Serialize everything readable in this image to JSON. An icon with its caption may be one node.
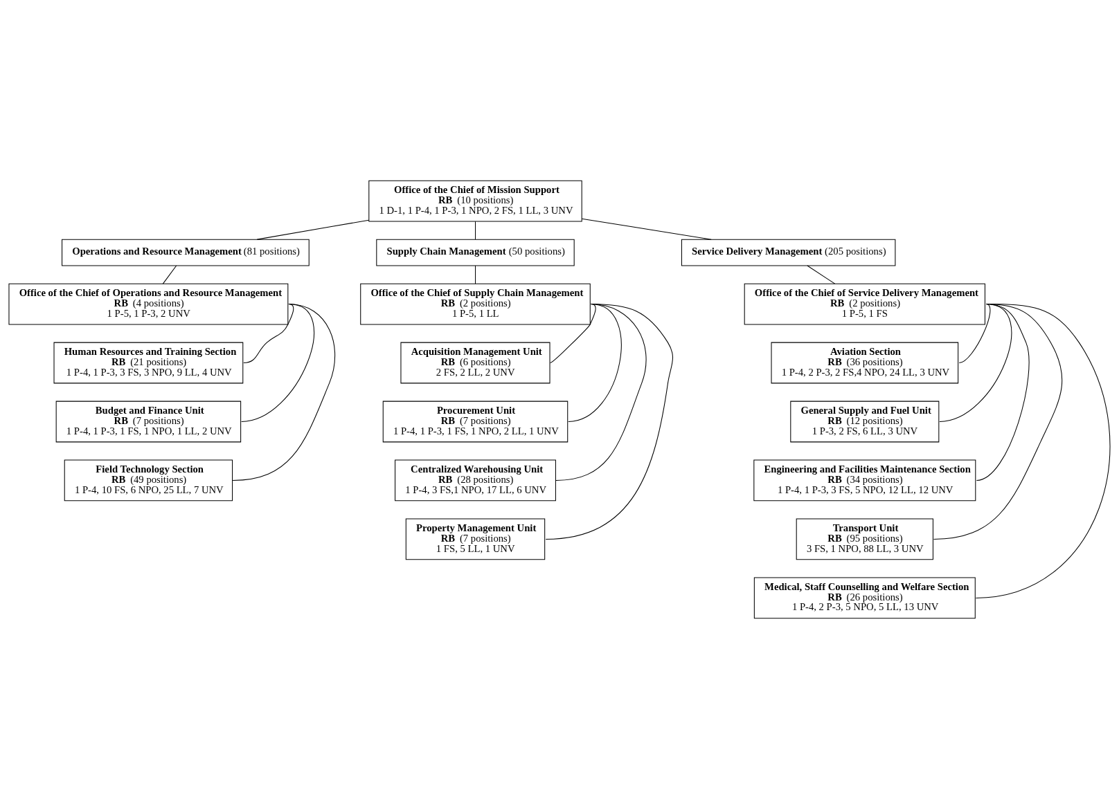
{
  "diagram": {
    "nodes": [
      {
        "text": [
          "Office of the Chief of Mission Support",
          "**RB** (10 positions)",
          "1 D-1, 1 P-4, 1 P-3, 1 NPO, 2 FS, 1 LL, 3 UNV"
        ]
      },
      {
        "text": [
          "**Operations and Resource Management** (81 positions)"
        ]
      },
      {
        "text": [
          "**Supply Chain Management** (50 positions)"
        ]
      },
      {
        "text": [
          "**Service Delivery Management** (205 positions)"
        ]
      },
      {
        "text": [
          "Office of the Chief of Operations and Resource Management",
          "**RB** (4 positions)",
          "1 P-5, 1 P-3, 2 UNV"
        ]
      },
      {
        "text": [
          "Human Resources and Training Section",
          "**RB** (21 positions)",
          "1 P-4, 1 P-3, 3 FS, 3 NPO, 9 LL, 4 UNV"
        ]
      },
      {
        "text": [
          "Budget and Finance Unit",
          "**RB** (7 positions)",
          "1 P-4, 1 P-3, 1 FS, 1 NPO, 1 LL, 2 UNV"
        ]
      },
      {
        "text": [
          "Field Technology Section",
          "**RB** (49 positions)",
          "1 P-4, 10 FS, 6 NPO, 25 LL, 7 UNV"
        ]
      },
      {
        "text": [
          "Office of the Chief of Supply Chain Management",
          "**RB** (2 positions)",
          "1 P-5, 1 LL"
        ]
      },
      {
        "text": [
          "Acquisition Management Unit",
          "**RB** (6 positions)",
          "2 FS, 2 LL, 2 UNV"
        ]
      },
      {
        "text": [
          "Procurement Unit",
          "**RB** (7 positions)",
          "1 P-4, 1 P-3, 1 FS, 1 NPO, 2 LL, 1 UNV"
        ]
      },
      {
        "text": [
          "Centralized Warehousing Unit",
          "**RB** (28 positions)",
          "1 P-4, 3 FS,1 NPO, 17 LL, 6 UNV"
        ]
      },
      {
        "text": [
          "Property Management Unit",
          "**RB** (7 positions)",
          "1 FS, 5 LL, 1 UNV"
        ]
      },
      {
        "text": [
          "Office of the Chief of Service Delivery Management",
          "**RB** (2 positions)",
          "1 P-5, 1 FS"
        ]
      },
      {
        "text": [
          "Aviation Section",
          "**RB** (36 positions)",
          "1 P-4, 2 P-3, 2 FS,4 NPO, 24 LL, 3 UNV"
        ]
      },
      {
        "text": [
          "General Supply and Fuel Unit",
          "**RB** (12 positions)",
          "1 P-3, 2 FS, 6 LL, 3 UNV"
        ]
      },
      {
        "text": [
          "Engineering and Facilities Maintenance Section",
          "**RB** (34 positions)",
          "1 P-4, 1 P-3, 3 FS, 5 NPO, 12 LL, 12 UNV"
        ]
      },
      {
        "text": [
          "Transport Unit",
          "**RB** (95 positions)",
          "3 FS, 1 NPO, 88 LL, 3 UNV"
        ]
      },
      {
        "text": [
          "Medical, Staff Counselling and Welfare Section",
          "**RB** (26 positions)",
          "1 P-4, 2 P-3, 5 NPO, 5 LL, 13 UNV"
        ]
      }
    ],
    "edges": [
      {
        "from": 0,
        "to": 1,
        "arrow": "none"
      },
      {
        "from": 0,
        "to": 2,
        "arrow": "none"
      },
      {
        "from": 0,
        "to": 3,
        "arrow": "none"
      },
      {
        "from": 1,
        "to": 4,
        "arrow": "none"
      },
      {
        "from": 2,
        "to": 8,
        "arrow": "none"
      },
      {
        "from": 3,
        "to": 13,
        "arrow": "none"
      },
      {
        "from": 4,
        "to": 5,
        "arrow": "none"
      },
      {
        "from": 4,
        "to": 6,
        "arrow": "none"
      },
      {
        "from": 4,
        "to": 7,
        "arrow": "none"
      },
      {
        "from": 8,
        "to": 9,
        "arrow": "none"
      },
      {
        "from": 8,
        "to": 10,
        "arrow": "none"
      },
      {
        "from": 8,
        "to": 11,
        "arrow": "none"
      },
      {
        "from": 8,
        "to": 12,
        "arrow": "none"
      },
      {
        "from": 13,
        "to": 14,
        "arrow": "none"
      },
      {
        "from": 13,
        "to": 15,
        "arrow": "none"
      },
      {
        "from": 13,
        "to": 16,
        "arrow": "none"
      },
      {
        "from": 13,
        "to": 17,
        "arrow": "none"
      },
      {
        "from": 13,
        "to": 18,
        "arrow": "none"
      }
    ]
  }
}
